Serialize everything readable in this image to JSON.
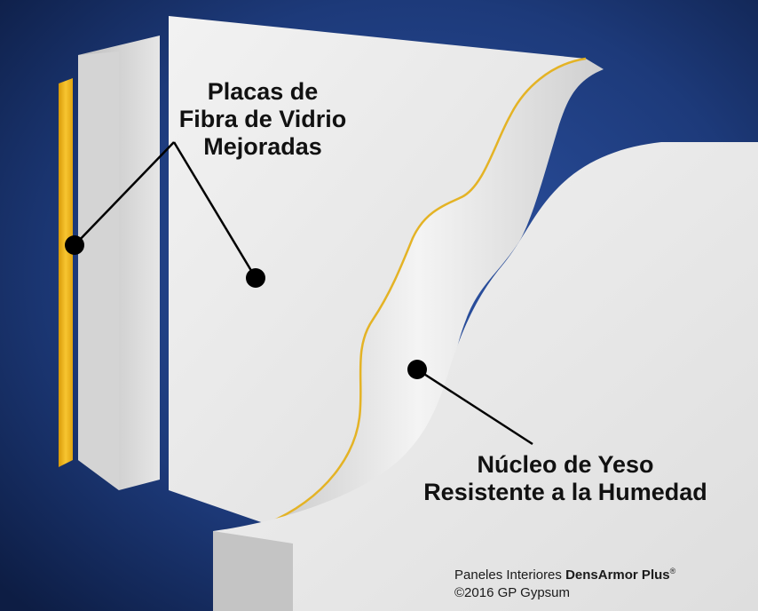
{
  "labels": {
    "glass_mat": {
      "line1": "Placas de",
      "line2": "Fibra de Vidrio",
      "line3": "Mejoradas"
    },
    "core": {
      "line1": "Núcleo de Yeso",
      "line2": "Resistente a la Humedad"
    }
  },
  "credits": {
    "product_prefix": "Paneles Interiores",
    "product_name": "DensArmor Plus",
    "registered_mark": "®",
    "copyright": "©2016 GP Gypsum"
  },
  "colors": {
    "background": "#1d3a7a",
    "panel": "#e9e9e9",
    "facing": "#f2b51c",
    "callout": "#000000"
  }
}
